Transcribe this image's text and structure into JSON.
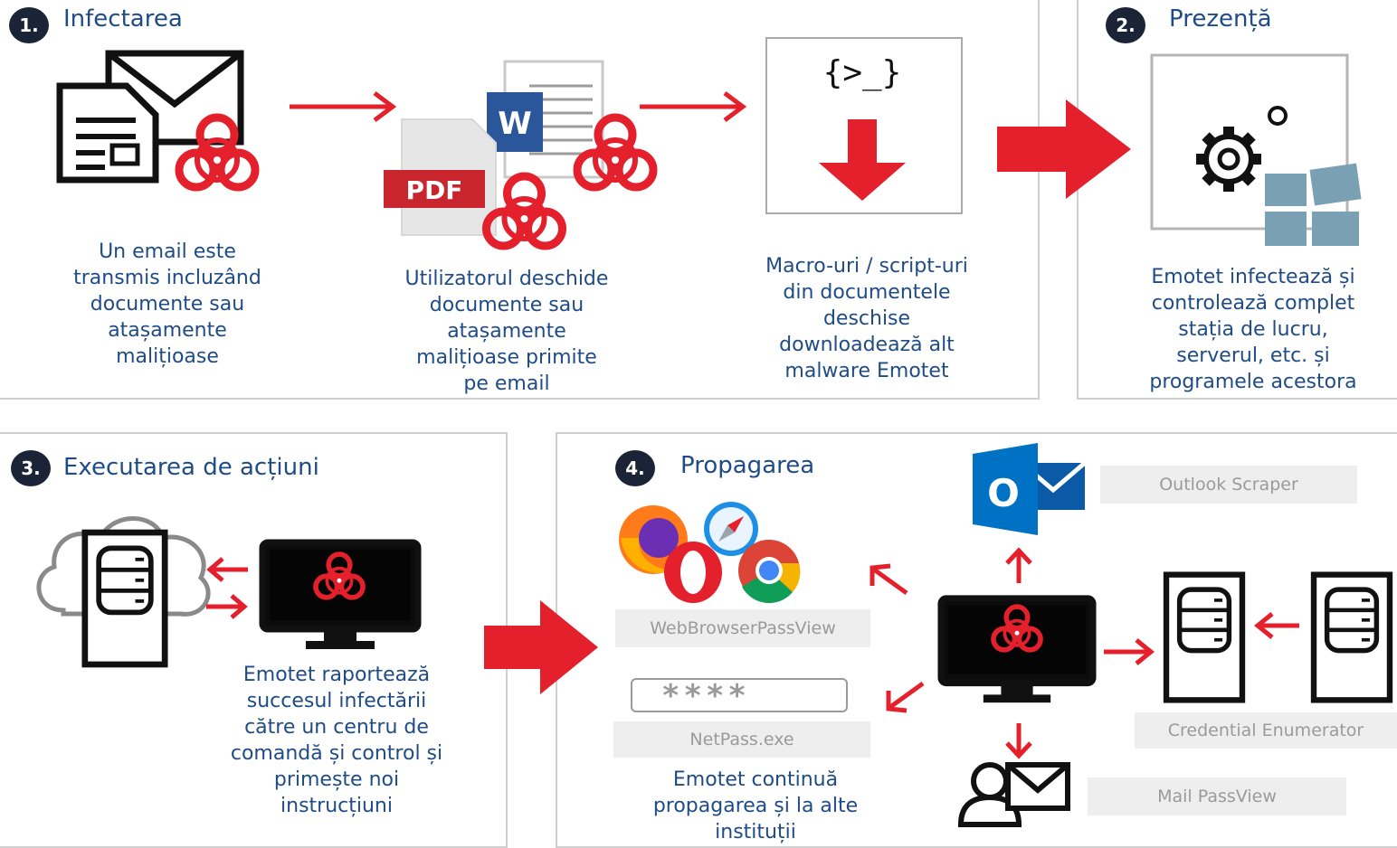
{
  "colors": {
    "accent_red": "#e3202b",
    "title_blue": "#1f4c86",
    "badge_dark": "#1b2336",
    "panel_border": "#cfcfcf",
    "tool_bg": "#eeeeee",
    "tool_text": "#9a9a9a"
  },
  "step1": {
    "number": "1.",
    "title": "Infectarea",
    "email_desc": "Un email este\ntransmis incluzând\ndocumente sau\natașamente\nmalițioase",
    "open_desc": "Utilizatorul deschide\ndocumente sau\natașamente\nmalițioase primite\npe email",
    "macro_desc": "Macro-uri / script-uri\ndin documentele\ndeschise\ndownloadează alt\nmalware Emotet",
    "pdf_label": "PDF",
    "word_label": "W",
    "script_label": "{>_}"
  },
  "step2": {
    "number": "2.",
    "title": "Prezență",
    "desc": "Emotet infectează și\ncontrolează complet\nstația de lucru,\nserverul, etc. și\nprogramele acestora"
  },
  "step3": {
    "number": "3.",
    "title": "Executarea de acțiuni",
    "desc": "Emotet raportează\nsuccesul infectării\ncătre un centru de\ncomandă și control și\nprimește noi\ninstrucțiuni"
  },
  "step4": {
    "number": "4.",
    "title": "Propagarea",
    "desc": "Emotet continuă\npropagarea și la alte\ninstituții",
    "password_mask": "****",
    "outlook_letter": "O",
    "tools": {
      "outlook": "Outlook Scraper",
      "webbrowser": "WebBrowserPassView",
      "netpass": "NetPass.exe",
      "credential": "Credential Enumerator",
      "mail": "Mail PassView"
    }
  },
  "icons": [
    "email-icon",
    "document-icon",
    "biohazard-icon",
    "word-icon",
    "pdf-icon",
    "script-icon",
    "download-arrow-icon",
    "gear-icon",
    "windows-icon",
    "cloud-icon",
    "server-icon",
    "monitor-icon",
    "firefox-icon",
    "safari-icon",
    "opera-icon",
    "chrome-icon",
    "outlook-icon",
    "user-mail-icon"
  ]
}
